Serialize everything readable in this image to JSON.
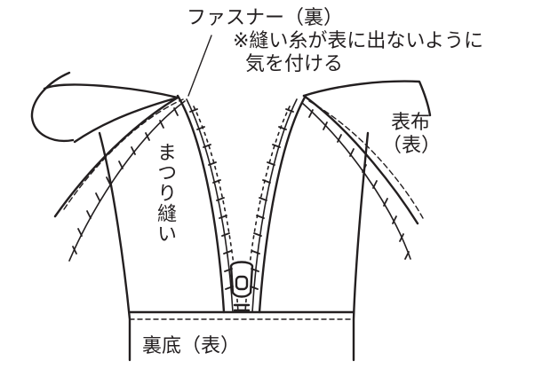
{
  "labels": {
    "zipper": "ファスナー（裏）",
    "note_line1": "※縫い糸が表に出ないように",
    "note_line2": "気を付ける",
    "outer_fabric_line1": "表布",
    "outer_fabric_line2": "（表）",
    "blind_stitch": "まつり縫い",
    "bottom_lining": "裏底（表）"
  },
  "colors": {
    "ink": "#231f20",
    "background": "#ffffff"
  }
}
